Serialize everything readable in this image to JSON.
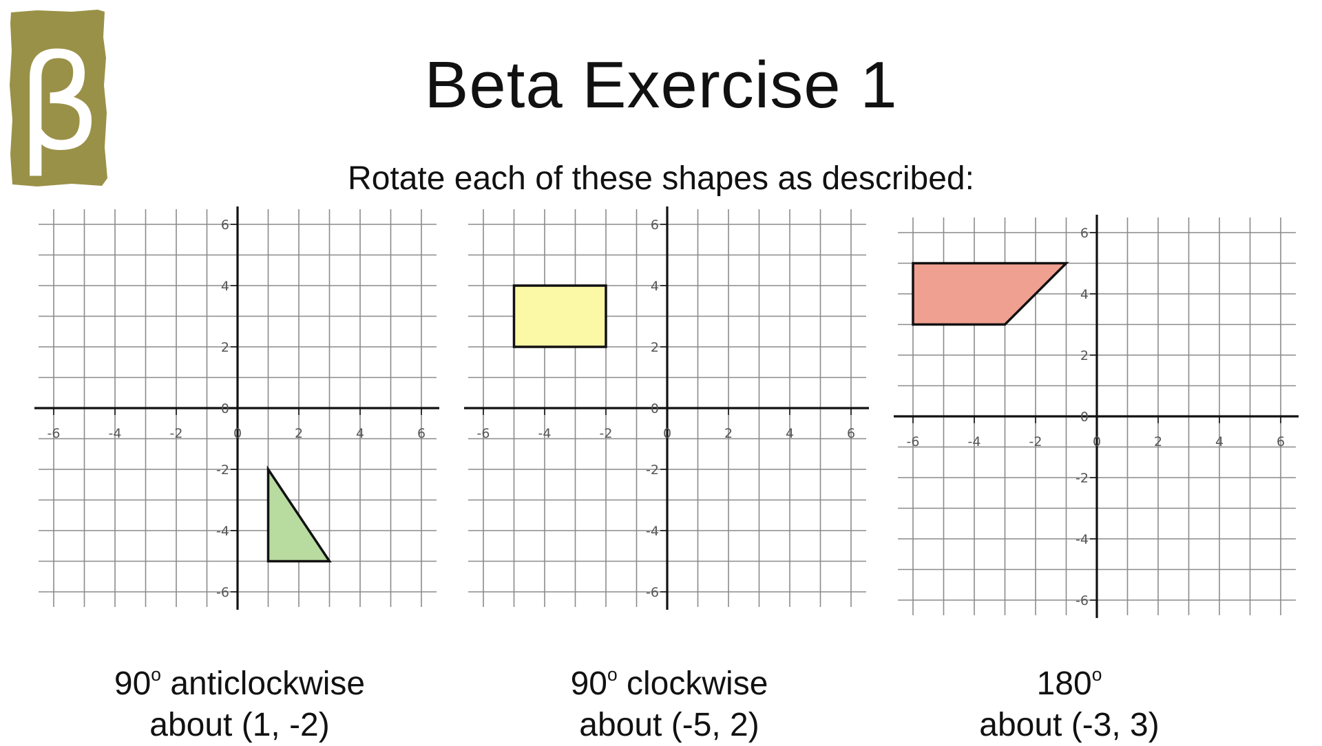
{
  "logo": {
    "symbol": "β",
    "background_color": "#9a9148"
  },
  "title": "Beta Exercise 1",
  "subtitle": "Rotate each of these shapes as described:",
  "chart_data": [
    {
      "type": "diagram",
      "xlim": [
        -6,
        6
      ],
      "ylim": [
        -6,
        6
      ],
      "x_ticks": [
        -6,
        -4,
        -2,
        0,
        2,
        4,
        6
      ],
      "y_ticks": [
        6,
        4,
        2,
        0,
        -2,
        -4,
        -6
      ],
      "grid": true,
      "shape": {
        "points": [
          [
            1,
            -2
          ],
          [
            3,
            -5
          ],
          [
            1,
            -5
          ]
        ],
        "fill": "#b8dba0"
      },
      "caption": {
        "angle": "90",
        "degree": "o",
        "direction": "anticlockwise",
        "centre": "about (1, -2)"
      }
    },
    {
      "type": "diagram",
      "xlim": [
        -6,
        6
      ],
      "ylim": [
        -6,
        6
      ],
      "x_ticks": [
        -6,
        -4,
        -2,
        0,
        2,
        4,
        6
      ],
      "y_ticks": [
        6,
        4,
        2,
        0,
        -2,
        -4,
        -6
      ],
      "grid": true,
      "shape": {
        "points": [
          [
            -5,
            4
          ],
          [
            -2,
            4
          ],
          [
            -2,
            2
          ],
          [
            -5,
            2
          ]
        ],
        "fill": "#fcf9a6"
      },
      "caption": {
        "angle": "90",
        "degree": "o",
        "direction": "clockwise",
        "centre": "about (-5, 2)"
      }
    },
    {
      "type": "diagram",
      "xlim": [
        -6,
        6
      ],
      "ylim": [
        -6,
        6
      ],
      "x_ticks": [
        -6,
        -4,
        -2,
        0,
        2,
        4,
        6
      ],
      "y_ticks": [
        6,
        4,
        2,
        0,
        -2,
        -4,
        -6
      ],
      "grid": true,
      "shape": {
        "points": [
          [
            -6,
            5
          ],
          [
            -1,
            5
          ],
          [
            -3,
            3
          ],
          [
            -6,
            3
          ]
        ],
        "fill": "#f0a090"
      },
      "caption": {
        "angle": "180",
        "degree": "o",
        "direction": "",
        "centre": "about (-3, 3)"
      }
    }
  ]
}
